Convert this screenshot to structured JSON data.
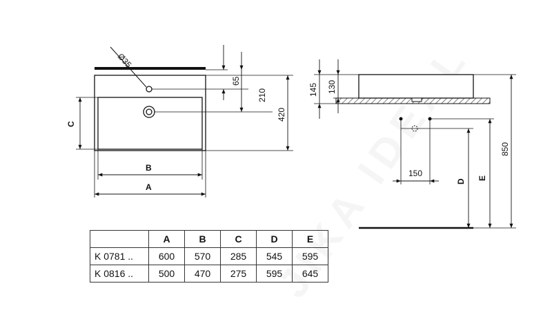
{
  "front_view": {
    "hole_label": "Ø35",
    "dim_65": "65",
    "dim_210": "210",
    "dim_420": "420",
    "dim_C": "C",
    "dim_B": "B",
    "dim_A": "A"
  },
  "side_view": {
    "dim_145": "145",
    "dim_130": "130",
    "dim_150": "150",
    "dim_D": "D",
    "dim_E": "E",
    "dim_850": "850"
  },
  "table": {
    "headers": [
      "",
      "A",
      "B",
      "C",
      "D",
      "E"
    ],
    "rows": [
      [
        "K 0781 ..",
        "600",
        "570",
        "285",
        "545",
        "595"
      ],
      [
        "K 0816 ..",
        "500",
        "470",
        "275",
        "595",
        "645"
      ]
    ]
  }
}
